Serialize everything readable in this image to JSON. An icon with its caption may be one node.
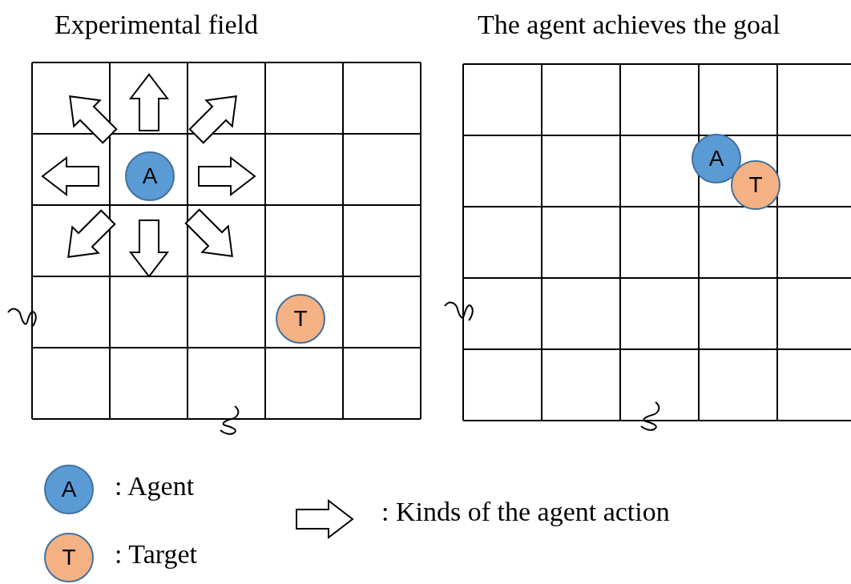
{
  "diagram": {
    "nodes": [
      {
        "text": [
          "A"
        ]
      },
      {
        "text": [
          "T"
        ]
      },
      {
        "text": [
          "A"
        ]
      },
      {
        "text": [
          "T"
        ]
      },
      {
        "text": [
          "A"
        ],
        "beside": [
          ": Agent"
        ]
      },
      {
        "text": [
          "T"
        ],
        "beside": [
          ": Target"
        ]
      }
    ],
    "labels": [
      "Experimental field",
      "The agent achieves the goal"
    ],
    "legend": [
      {
        "text": ": Kinds of the agent action"
      }
    ]
  }
}
